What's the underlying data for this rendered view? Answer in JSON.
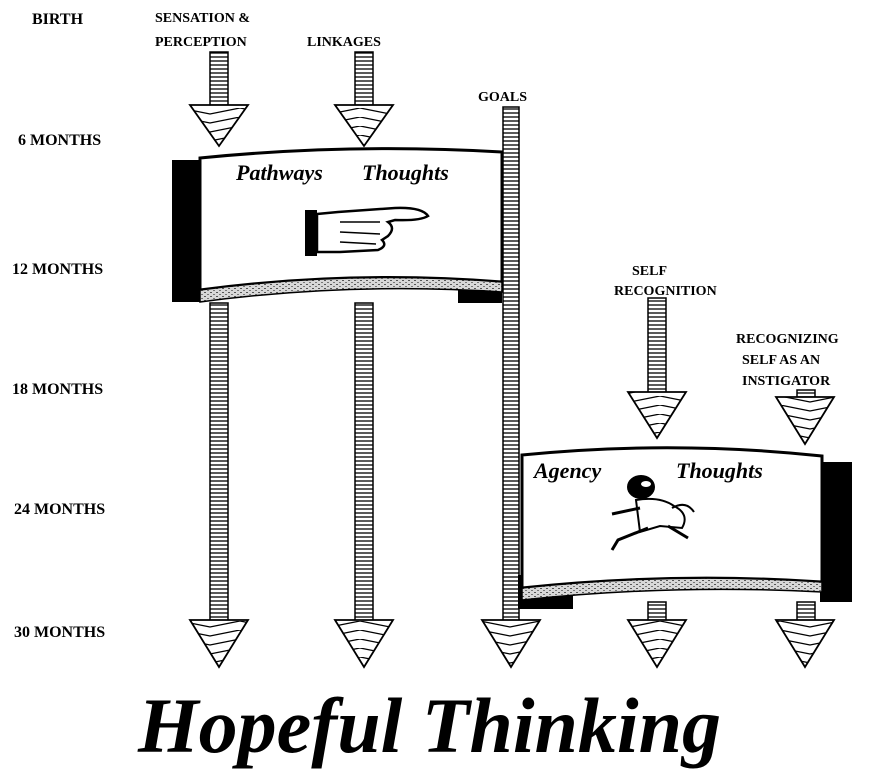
{
  "ages": {
    "birth": "BIRTH",
    "m6": "6 MONTHS",
    "m12": "12 MONTHS",
    "m18": "18 MONTHS",
    "m24": "24 MONTHS",
    "m30": "30 MONTHS"
  },
  "labels": {
    "sensation_line1": "SENSATION &",
    "sensation_line2": "PERCEPTION",
    "linkages": "LINKAGES",
    "goals": "GOALS",
    "self_rec_line1": "SELF",
    "self_rec_line2": "RECOGNITION",
    "instigator_line1": "RECOGNIZING",
    "instigator_line2": "SELF AS AN",
    "instigator_line3": "INSTIGATOR"
  },
  "pathways_panel": {
    "word1": "Pathways",
    "word2": "Thoughts",
    "icon": "pointing-hand-icon"
  },
  "agency_panel": {
    "word1": "Agency",
    "word2": "Thoughts",
    "icon": "running-figure-icon"
  },
  "title": "Hopeful Thinking"
}
